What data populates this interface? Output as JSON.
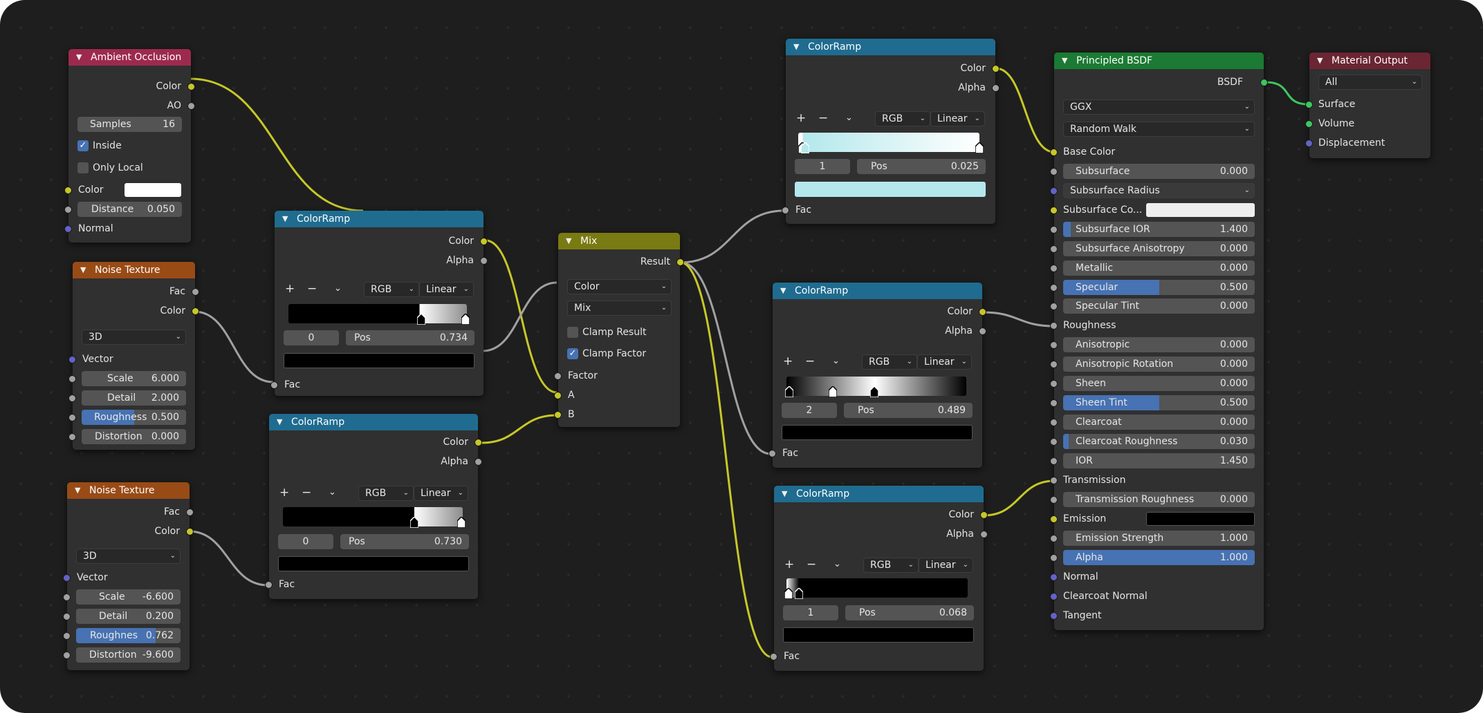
{
  "ambient_occlusion": {
    "title": "Ambient Occlusion",
    "out_color": "Color",
    "out_ao": "AO",
    "samples_label": "Samples",
    "samples_value": "16",
    "inside_label": "Inside",
    "inside_checked": true,
    "only_local_label": "Only Local",
    "only_local_checked": false,
    "color_label": "Color",
    "color_value": "#ffffff",
    "distance_label": "Distance",
    "distance_value": "0.050",
    "normal_label": "Normal"
  },
  "noise_texture_1": {
    "title": "Noise Texture",
    "out_fac": "Fac",
    "out_color": "Color",
    "dimensions": "3D",
    "vector_label": "Vector",
    "scale_label": "Scale",
    "scale_value": "6.000",
    "detail_label": "Detail",
    "detail_value": "2.000",
    "roughness_label": "Roughness",
    "roughness_value": "0.500",
    "distortion_label": "Distortion",
    "distortion_value": "0.000"
  },
  "noise_texture_2": {
    "title": "Noise Texture",
    "out_fac": "Fac",
    "out_color": "Color",
    "dimensions": "3D",
    "vector_label": "Vector",
    "scale_label": "Scale",
    "scale_value": "-6.600",
    "detail_label": "Detail",
    "detail_value": "0.200",
    "roughness_label": "Roughnes",
    "roughness_value": "0.762",
    "distortion_label": "Distortion",
    "distortion_value": "-9.600"
  },
  "colorramp_a": {
    "title": "ColorRamp",
    "out_color": "Color",
    "out_alpha": "Alpha",
    "plus": "+",
    "minus": "−",
    "color_mode": "RGB",
    "interpolation": "Linear",
    "active_index": "0",
    "pos_label": "Pos",
    "pos_value": "0.734",
    "active_color": "#000000",
    "in_fac": "Fac"
  },
  "colorramp_b": {
    "title": "ColorRamp",
    "out_color": "Color",
    "out_alpha": "Alpha",
    "plus": "+",
    "minus": "−",
    "color_mode": "RGB",
    "interpolation": "Linear",
    "active_index": "0",
    "pos_label": "Pos",
    "pos_value": "0.730",
    "active_color": "#000000",
    "in_fac": "Fac"
  },
  "mix": {
    "title": "Mix",
    "out_result": "Result",
    "data_type": "Color",
    "blend_mode": "Mix",
    "clamp_result_label": "Clamp Result",
    "clamp_result_checked": false,
    "clamp_factor_label": "Clamp Factor",
    "clamp_factor_checked": true,
    "in_factor": "Factor",
    "in_a": "A",
    "in_b": "B"
  },
  "colorramp_c": {
    "title": "ColorRamp",
    "out_color": "Color",
    "out_alpha": "Alpha",
    "plus": "+",
    "minus": "−",
    "color_mode": "RGB",
    "interpolation": "Linear",
    "active_index": "1",
    "pos_label": "Pos",
    "pos_value": "0.025",
    "active_color": "#b4e8ec",
    "in_fac": "Fac"
  },
  "colorramp_d": {
    "title": "ColorRamp",
    "out_color": "Color",
    "out_alpha": "Alpha",
    "plus": "+",
    "minus": "−",
    "color_mode": "RGB",
    "interpolation": "Linear",
    "active_index": "2",
    "pos_label": "Pos",
    "pos_value": "0.489",
    "active_color": "#000000",
    "in_fac": "Fac"
  },
  "colorramp_e": {
    "title": "ColorRamp",
    "out_color": "Color",
    "out_alpha": "Alpha",
    "plus": "+",
    "minus": "−",
    "color_mode": "RGB",
    "interpolation": "Linear",
    "active_index": "1",
    "pos_label": "Pos",
    "pos_value": "0.068",
    "active_color": "#000000",
    "in_fac": "Fac"
  },
  "principled": {
    "title": "Principled BSDF",
    "out_bsdf": "BSDF",
    "distribution": "GGX",
    "subsurface_method": "Random Walk",
    "base_color": "Base Color",
    "subsurface_label": "Subsurface",
    "subsurface_value": "0.000",
    "subsurface_radius": "Subsurface Radius",
    "subsurface_color_label": "Subsurface Co...",
    "subsurface_color": "#eeeeee",
    "subsurface_ior_label": "Subsurface IOR",
    "subsurface_ior_value": "1.400",
    "subsurface_aniso_label": "Subsurface Anisotropy",
    "subsurface_aniso_value": "0.000",
    "metallic_label": "Metallic",
    "metallic_value": "0.000",
    "specular_label": "Specular",
    "specular_value": "0.500",
    "specular_tint_label": "Specular Tint",
    "specular_tint_value": "0.000",
    "roughness": "Roughness",
    "anisotropic_label": "Anisotropic",
    "anisotropic_value": "0.000",
    "aniso_rot_label": "Anisotropic Rotation",
    "aniso_rot_value": "0.000",
    "sheen_label": "Sheen",
    "sheen_value": "0.000",
    "sheen_tint_label": "Sheen Tint",
    "sheen_tint_value": "0.500",
    "clearcoat_label": "Clearcoat",
    "clearcoat_value": "0.000",
    "clearcoat_rough_label": "Clearcoat Roughness",
    "clearcoat_rough_value": "0.030",
    "ior_label": "IOR",
    "ior_value": "1.450",
    "transmission": "Transmission",
    "trans_rough_label": "Transmission Roughness",
    "trans_rough_value": "0.000",
    "emission_label": "Emission",
    "emission_color": "#000000",
    "emission_strength_label": "Emission Strength",
    "emission_strength_value": "1.000",
    "alpha_label": "Alpha",
    "alpha_value": "1.000",
    "normal": "Normal",
    "clearcoat_normal": "Clearcoat Normal",
    "tangent": "Tangent"
  },
  "material_output": {
    "title": "Material Output",
    "target": "All",
    "surface": "Surface",
    "volume": "Volume",
    "displacement": "Displacement"
  },
  "colors": {
    "float_fill": "#4772b3",
    "wire_color": "#c7c729",
    "wire_float": "#a1a1a1",
    "wire_shader": "#3cc75f"
  },
  "fill_fractions": {
    "noise1_roughness": 0.5,
    "noise2_roughness": 0.762,
    "subsurface_ior": 0.04,
    "specular": 0.5,
    "sheen_tint": 0.5,
    "clearcoat_roughness": 0.03,
    "alpha": 1.0
  }
}
